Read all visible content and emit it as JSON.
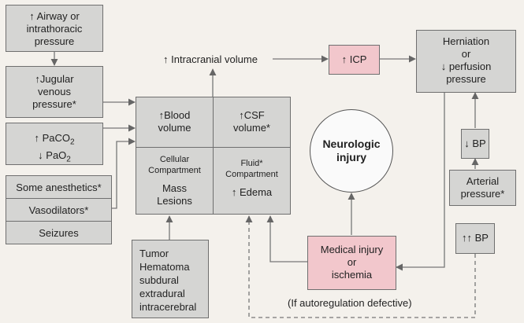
{
  "boxes": {
    "airway": "↑ Airway or\nintrathoracic\npressure",
    "jugular": "↑Jugular\nvenous\npressure*",
    "paco2": "↑ PaCO",
    "pao2": "↓ PaO",
    "sub2": "2",
    "anesthetics": "Some anesthetics*",
    "vasodilators": "Vasodilators*",
    "seizures": "Seizures",
    "blood_volume": "↑Blood\nvolume",
    "csf_volume": "↑CSF\nvolume*",
    "cellular": "Cellular\nCompartment",
    "mass_lesions": "Mass\nLesions",
    "fluid": "Fluid*\nCompartment",
    "edema": "↑ Edema",
    "tumor": "Tumor\nHematoma\nsubdural\nextradural\nintracerebral",
    "icp": "↑ ICP",
    "herniation": "Herniation\nor\n↓ perfusion\npressure",
    "bp_down": "↓ BP",
    "arterial": "Arterial\npressure*",
    "bp_up": "↑↑ BP",
    "medical": "Medical injury\nor\nischemia",
    "neurologic": "Neurologic\ninjury"
  },
  "labels": {
    "intracranial": "↑ Intracranial volume",
    "autoregulation": "(If autoregulation defective)"
  }
}
